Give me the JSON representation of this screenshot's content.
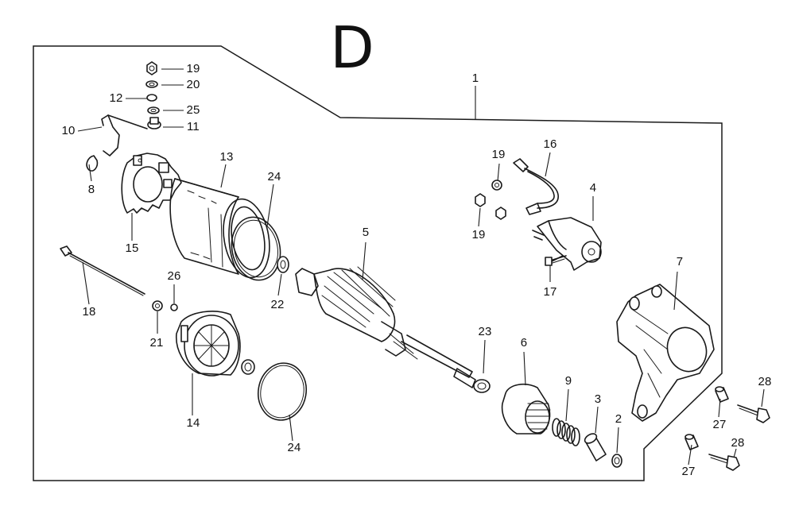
{
  "section_letter": "D",
  "callouts": {
    "p1": "1",
    "p2": "2",
    "p3": "3",
    "p4": "4",
    "p5": "5",
    "p6": "6",
    "p7": "7",
    "p8": "8",
    "p9": "9",
    "p10": "10",
    "p11": "11",
    "p12": "12",
    "p13": "13",
    "p14": "14",
    "p15": "15",
    "p16": "16",
    "p17": "17",
    "p18": "18",
    "p19a": "19",
    "p19b": "19",
    "p19c": "19",
    "p20": "20",
    "p21": "21",
    "p22": "22",
    "p23": "23",
    "p24a": "24",
    "p24b": "24",
    "p25": "25",
    "p26": "26",
    "p27a": "27",
    "p27b": "27",
    "p28a": "28",
    "p28b": "28"
  }
}
